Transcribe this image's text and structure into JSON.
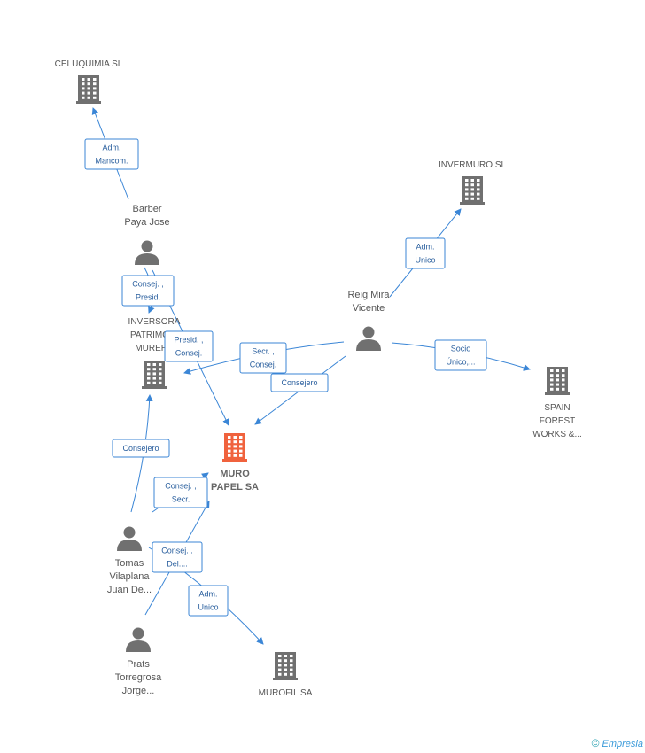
{
  "colors": {
    "edge": "#3b86d6",
    "icon": "#707070",
    "main_icon": "#f0623d"
  },
  "nodes": [
    {
      "id": "celuquimia",
      "kind": "company",
      "icon": "building-icon",
      "lines": [
        "CELUQUIMIA SL"
      ]
    },
    {
      "id": "invermuro",
      "kind": "company",
      "icon": "building-icon",
      "lines": [
        "INVERMURO SL"
      ]
    },
    {
      "id": "barber",
      "kind": "person",
      "icon": "person-icon",
      "lines": [
        "Barber",
        "Paya Jose"
      ]
    },
    {
      "id": "reig",
      "kind": "person",
      "icon": "person-icon",
      "lines": [
        "Reig Mira",
        "Vicente"
      ]
    },
    {
      "id": "inversora",
      "kind": "company",
      "icon": "building-icon",
      "lines": [
        "INVERSORA",
        "PATRIMONI",
        "MURERA"
      ]
    },
    {
      "id": "spain",
      "kind": "company",
      "icon": "building-icon",
      "lines": [
        "SPAIN",
        "FOREST",
        "WORKS &..."
      ]
    },
    {
      "id": "muro",
      "kind": "main",
      "icon": "building-icon",
      "lines": [
        "MURO",
        "PAPEL SA"
      ]
    },
    {
      "id": "tomas",
      "kind": "person",
      "icon": "person-icon",
      "lines": [
        "Tomas",
        "Vilaplana",
        "Juan De..."
      ]
    },
    {
      "id": "prats",
      "kind": "person",
      "icon": "person-icon",
      "lines": [
        "Prats",
        "Torregrosa",
        "Jorge..."
      ]
    },
    {
      "id": "murofil",
      "kind": "company",
      "icon": "building-icon",
      "lines": [
        "MUROFIL SA"
      ]
    }
  ],
  "edges": [
    {
      "from": "barber",
      "to": "celuquimia",
      "label": [
        "Adm.",
        "Mancom."
      ]
    },
    {
      "from": "reig",
      "to": "invermuro",
      "label": [
        "Adm.",
        "Unico"
      ]
    },
    {
      "from": "barber",
      "to": "inversora",
      "label": [
        "Consej. ,",
        "Presid."
      ]
    },
    {
      "from": "barber",
      "to": "muro",
      "label": [
        "Presid. ,",
        "Consej."
      ]
    },
    {
      "from": "reig",
      "to": "inversora",
      "label": [
        "Secr. ,",
        "Consej."
      ]
    },
    {
      "from": "reig",
      "to": "muro",
      "label": [
        "Consejero"
      ]
    },
    {
      "from": "reig",
      "to": "spain",
      "label": [
        "Socio",
        "Único,..."
      ]
    },
    {
      "from": "tomas",
      "to": "inversora",
      "label": [
        "Consejero"
      ]
    },
    {
      "from": "tomas",
      "to": "muro",
      "label": [
        "Consej. ,",
        "Secr."
      ]
    },
    {
      "from": "prats",
      "to": "muro",
      "label": [
        "Consej. .",
        "Del...."
      ]
    },
    {
      "from": "tomas",
      "to": "murofil",
      "label": [
        "Adm.",
        "Unico"
      ]
    }
  ],
  "footer": {
    "copyright": "©",
    "brand": "Empresia"
  }
}
